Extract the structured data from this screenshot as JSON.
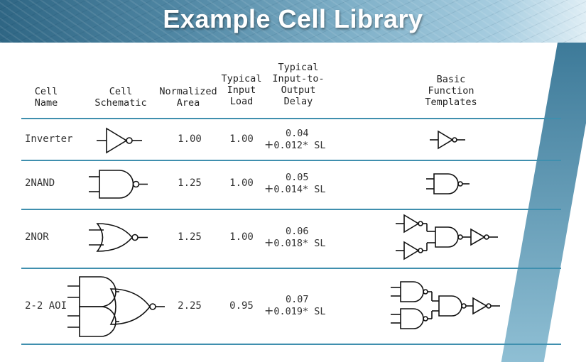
{
  "title": "Example Cell Library",
  "headers": {
    "name": "Cell\nName",
    "schematic": "Cell\nSchematic",
    "area": "Normalized\nArea",
    "load": "Typical\nInput\nLoad",
    "delay": "Typical\nInput-to-\nOutput\nDelay",
    "templates": "Basic\nFunction\nTemplates"
  },
  "rows": [
    {
      "name": "Inverter",
      "schematic_icon": "inverter-gate-icon",
      "area": "1.00",
      "load": "1.00",
      "delay_base": "0.04",
      "delay_slope": "0.012* SL",
      "template_icon": "inverter-template-icon"
    },
    {
      "name": "2NAND",
      "schematic_icon": "nand-gate-icon",
      "area": "1.25",
      "load": "1.00",
      "delay_base": "0.05",
      "delay_slope": "0.014* SL",
      "template_icon": "nand-template-icon"
    },
    {
      "name": "2NOR",
      "schematic_icon": "nor-gate-icon",
      "area": "1.25",
      "load": "1.00",
      "delay_base": "0.06",
      "delay_slope": "0.018* SL",
      "template_icon": "nor-template-icon"
    },
    {
      "name": "2-2 AOI",
      "schematic_icon": "aoi-gate-icon",
      "area": "2.25",
      "load": "0.95",
      "delay_base": "0.07",
      "delay_slope": "0.019* SL",
      "template_icon": "aoi-template-icon"
    }
  ],
  "plus_sign": "+",
  "colors": {
    "rule": "#3f8fae",
    "banner": "#2f6684"
  }
}
